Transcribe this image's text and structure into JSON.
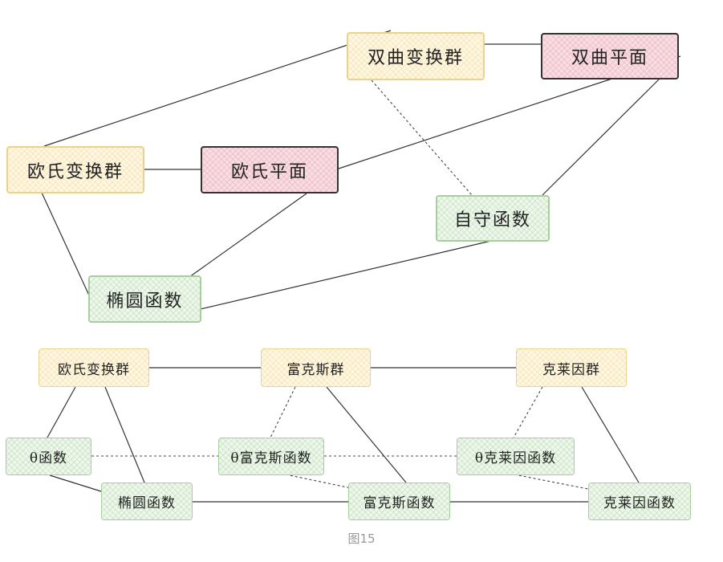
{
  "diagram": {
    "top": {
      "hyperbolic_group": "双曲变换群",
      "hyperbolic_plane": "双曲平面",
      "euclidean_group": "欧氏变换群",
      "euclidean_plane": "欧氏平面",
      "automorphic_function": "自守函数",
      "elliptic_function": "椭圆函数"
    },
    "bottom": {
      "euclidean_group": "欧氏变换群",
      "fuchsian_group": "富克斯群",
      "kleinian_group": "克莱因群",
      "theta_function": "θ函数",
      "theta_fuchsian_function": "θ富克斯函数",
      "theta_kleinian_function": "θ克莱因函数",
      "elliptic_function": "椭圆函数",
      "fuchsian_function": "富克斯函数",
      "kleinian_function": "克莱因函数"
    }
  },
  "caption": "图15"
}
